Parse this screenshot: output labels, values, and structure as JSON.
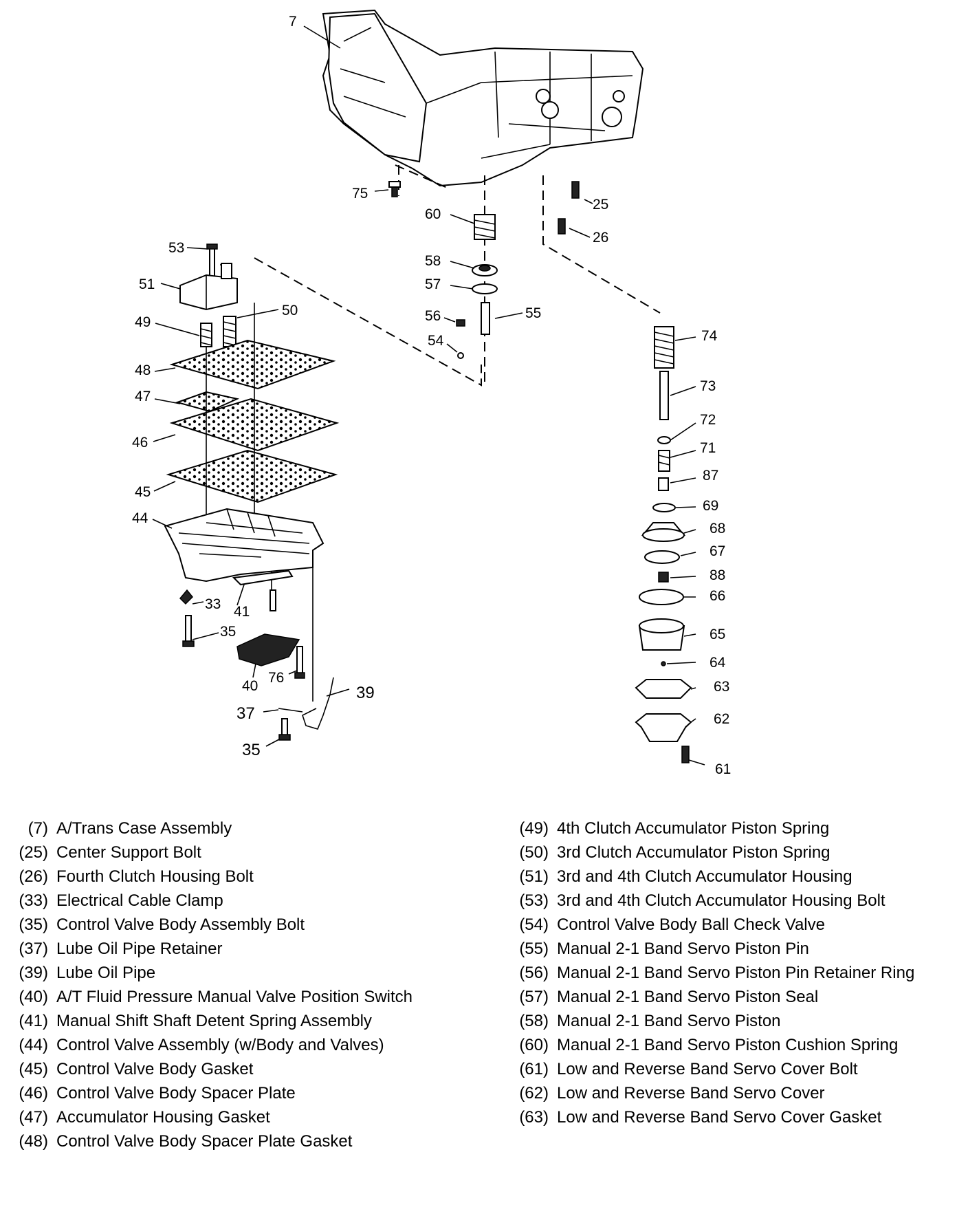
{
  "callouts": {
    "c7": "7",
    "c75": "75",
    "c25": "25",
    "c26": "26",
    "c60": "60",
    "c58": "58",
    "c57": "57",
    "c56": "56",
    "c55": "55",
    "c54": "54",
    "c53": "53",
    "c51": "51",
    "c49": "49",
    "c50": "50",
    "c48": "48",
    "c47": "47",
    "c46": "46",
    "c45": "45",
    "c44": "44",
    "c33": "33",
    "c41": "41",
    "c35a": "35",
    "c40": "40",
    "c76": "76",
    "c39": "39",
    "c37": "37",
    "c35b": "35",
    "c74": "74",
    "c73": "73",
    "c72": "72",
    "c71": "71",
    "c87": "87",
    "c69": "69",
    "c68": "68",
    "c67": "67",
    "c88": "88",
    "c66": "66",
    "c65": "65",
    "c64": "64",
    "c63": "63",
    "c62": "62",
    "c61": "61"
  },
  "legend_left": [
    {
      "num": "(7)",
      "text": "A/Trans Case Assembly"
    },
    {
      "num": "(25)",
      "text": "Center Support Bolt"
    },
    {
      "num": "(26)",
      "text": "Fourth Clutch Housing Bolt"
    },
    {
      "num": "(33)",
      "text": "Electrical Cable Clamp"
    },
    {
      "num": "(35)",
      "text": "Control Valve Body Assembly Bolt"
    },
    {
      "num": "(37)",
      "text": "Lube Oil Pipe Retainer"
    },
    {
      "num": "(39)",
      "text": "Lube Oil Pipe"
    },
    {
      "num": "(40)",
      "text": "A/T Fluid Pressure Manual Valve Position Switch"
    },
    {
      "num": "(41)",
      "text": "Manual Shift Shaft Detent Spring Assembly"
    },
    {
      "num": "(44)",
      "text": "Control Valve Assembly (w/Body and Valves)"
    },
    {
      "num": "(45)",
      "text": "Control Valve Body Gasket"
    },
    {
      "num": "(46)",
      "text": "Control Valve Body Spacer Plate"
    },
    {
      "num": "(47)",
      "text": "Accumulator Housing Gasket"
    },
    {
      "num": "(48)",
      "text": "Control Valve Body Spacer Plate Gasket"
    }
  ],
  "legend_right": [
    {
      "num": "(49)",
      "text": "4th Clutch Accumulator Piston Spring"
    },
    {
      "num": "(50)",
      "text": "3rd Clutch Accumulator Piston Spring"
    },
    {
      "num": "(51)",
      "text": "3rd and 4th Clutch Accumulator Housing"
    },
    {
      "num": "(53)",
      "text": "3rd and 4th Clutch Accumulator Housing Bolt"
    },
    {
      "num": "(54)",
      "text": "Control Valve Body Ball Check Valve"
    },
    {
      "num": "(55)",
      "text": "Manual 2-1 Band Servo Piston Pin"
    },
    {
      "num": "(56)",
      "text": "Manual 2-1 Band Servo Piston Pin Retainer Ring"
    },
    {
      "num": "(57)",
      "text": "Manual 2-1 Band Servo Piston Seal"
    },
    {
      "num": "(58)",
      "text": "Manual 2-1 Band Servo Piston"
    },
    {
      "num": "(60)",
      "text": "Manual 2-1 Band Servo Piston Cushion Spring"
    },
    {
      "num": "(61)",
      "text": "Low and Reverse Band Servo Cover Bolt"
    },
    {
      "num": "(62)",
      "text": "Low and Reverse Band Servo Cover"
    },
    {
      "num": "(63)",
      "text": "Low and Reverse Band Servo Cover Gasket"
    }
  ]
}
